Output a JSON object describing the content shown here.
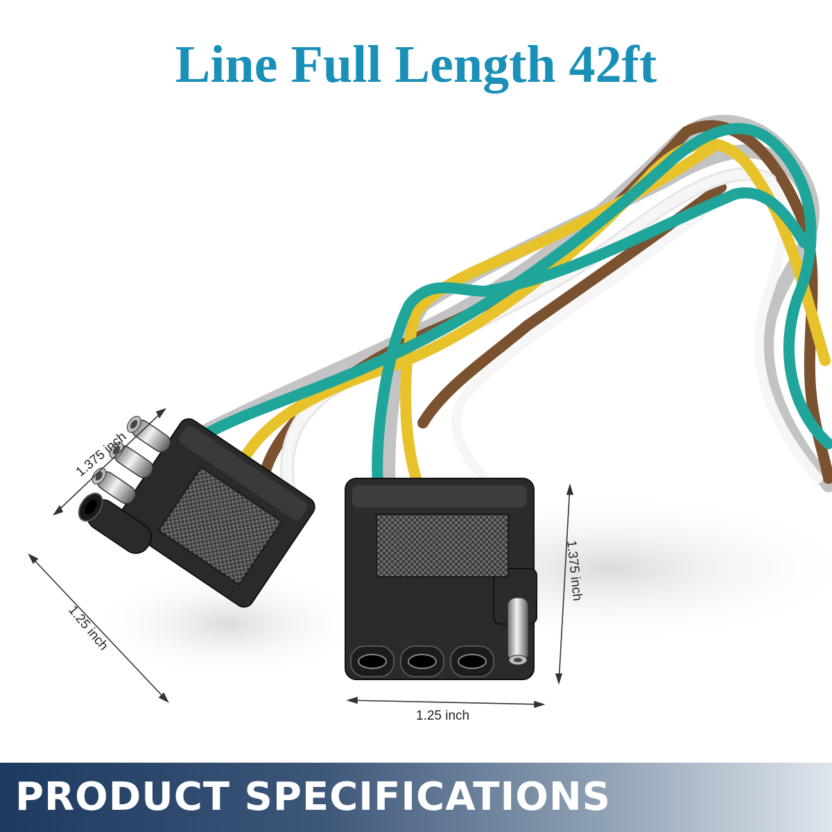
{
  "title": "Line Full Length 42ft",
  "banner": "PRODUCT SPECIFICATIONS",
  "dimensions": {
    "left_top": "1.375 inch",
    "left_side": "1.25 inch",
    "right_side": "1.375 inch",
    "right_bottom": "1.25 inch"
  },
  "colors": {
    "title": "#1a8fb8",
    "wire_green": "#1fa59a",
    "wire_yellow": "#e8c22a",
    "wire_brown": "#7a5230",
    "wire_white": "#f4f4f4",
    "connector": "#2a2a2a"
  }
}
